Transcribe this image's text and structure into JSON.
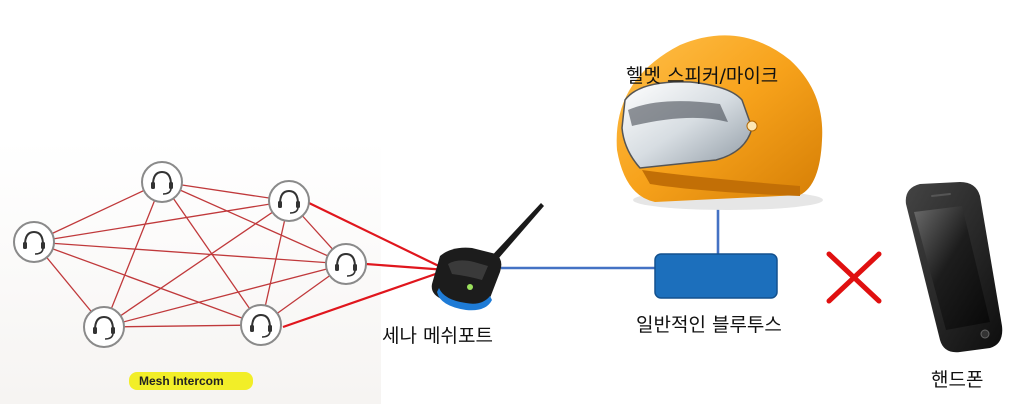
{
  "labels": {
    "helmet": "헬멧 스피커/마이크",
    "sena_port": "세나 메쉬포트",
    "bluetooth": "일반적인 블루투스",
    "phone": "핸드폰",
    "mesh": "Mesh Intercom"
  },
  "icons": {
    "headset": "headset-icon",
    "helmet": "motorcycle-helmet-icon",
    "device": "sena-meshport-device-icon",
    "module": "bluetooth-module-box",
    "phone": "smartphone-icon",
    "blocked": "red-x-icon"
  },
  "colors": {
    "mesh_link": "#c0393b",
    "mesh_link_strong": "#e0161d",
    "bt_link": "#4472c4",
    "module_fill": "#1c6fbc",
    "helmet": "#f7a21b",
    "x_mark": "#e01010",
    "highlight": "#f2ee28"
  }
}
